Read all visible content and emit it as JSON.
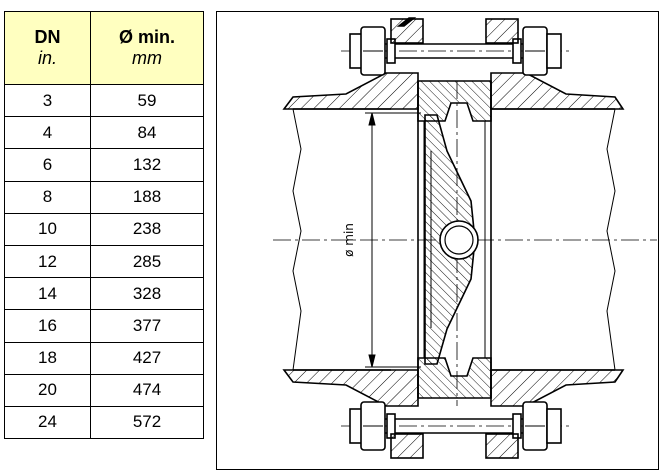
{
  "table": {
    "header": {
      "dn_label": "DN",
      "dn_unit": "in.",
      "dmin_label": "Ø min.",
      "dmin_unit": "mm"
    },
    "header_color": "#ffffc0",
    "rows": [
      {
        "dn": "3",
        "dmin": "59"
      },
      {
        "dn": "4",
        "dmin": "84"
      },
      {
        "dn": "6",
        "dmin": "132"
      },
      {
        "dn": "8",
        "dmin": "188"
      },
      {
        "dn": "10",
        "dmin": "238"
      },
      {
        "dn": "12",
        "dmin": "285"
      },
      {
        "dn": "14",
        "dmin": "328"
      },
      {
        "dn": "16",
        "dmin": "377"
      },
      {
        "dn": "18",
        "dmin": "427"
      },
      {
        "dn": "20",
        "dmin": "474"
      },
      {
        "dn": "24",
        "dmin": "572"
      }
    ]
  },
  "drawing": {
    "dimension_label": "ø min"
  }
}
